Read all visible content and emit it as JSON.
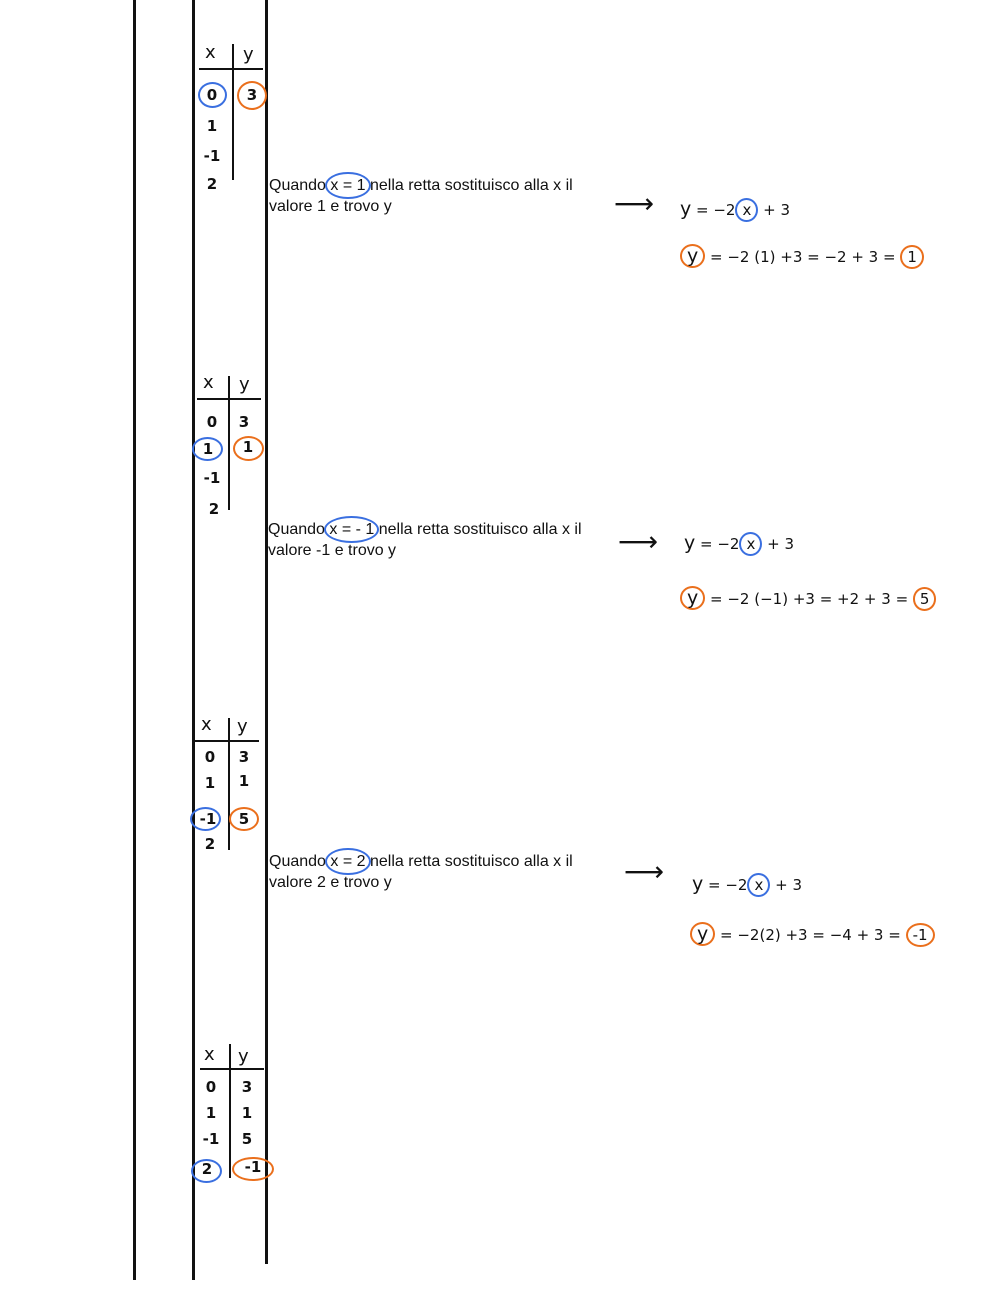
{
  "tables": [
    {
      "x_header": "x",
      "y_header": "y",
      "x_values": [
        "0",
        "1",
        "-1",
        "2"
      ],
      "y_values": [
        "3",
        "",
        "",
        ""
      ],
      "highlight_row": 0
    },
    {
      "x_header": "x",
      "y_header": "y",
      "x_values": [
        "0",
        "1",
        "-1",
        "2"
      ],
      "y_values": [
        "3",
        "1",
        "",
        ""
      ],
      "highlight_row": 1
    },
    {
      "x_header": "x",
      "y_header": "y",
      "x_values": [
        "0",
        "1",
        "-1",
        "2"
      ],
      "y_values": [
        "3",
        "1",
        "5",
        ""
      ],
      "highlight_row": 2
    },
    {
      "x_header": "x",
      "y_header": "y",
      "x_values": [
        "0",
        "1",
        "-1",
        "2"
      ],
      "y_values": [
        "3",
        "1",
        "5",
        "-1"
      ],
      "highlight_row": 3
    }
  ],
  "steps": [
    {
      "pre": "Quando ",
      "highlight": "x = 1",
      "post": " nella retta sostituisco alla x il valore 1 e trovo y",
      "arrow": "⟶",
      "line1": {
        "y": "y",
        "eq": " = −2",
        "x": "x",
        "rest": " + 3"
      },
      "line2": {
        "y": "y",
        "expr": " = −2 (1) +3 = −2 + 3 = ",
        "result": "1"
      }
    },
    {
      "pre": "Quando ",
      "highlight": "x = - 1",
      "post": " nella retta sostituisco alla x il valore -1 e trovo y",
      "arrow": "⟶",
      "line1": {
        "y": "y",
        "eq": " = −2",
        "x": "x",
        "rest": " + 3"
      },
      "line2": {
        "y": "y",
        "expr": " = −2 (−1) +3 = +2 + 3 = ",
        "result": "5"
      }
    },
    {
      "pre": "Quando ",
      "highlight": "x = 2",
      "post": " nella retta sostituisco alla x il valore 2 e trovo y",
      "arrow": "⟶",
      "line1": {
        "y": "y",
        "eq": " = −2",
        "x": "x",
        "rest": " + 3"
      },
      "line2": {
        "y": "y",
        "expr": " = −2(2) +3 = −4 + 3 = ",
        "result": "-1"
      }
    }
  ],
  "colors": {
    "x_highlight": "#3a6fe0",
    "y_highlight": "#ea6f1c",
    "ink": "#111111"
  }
}
